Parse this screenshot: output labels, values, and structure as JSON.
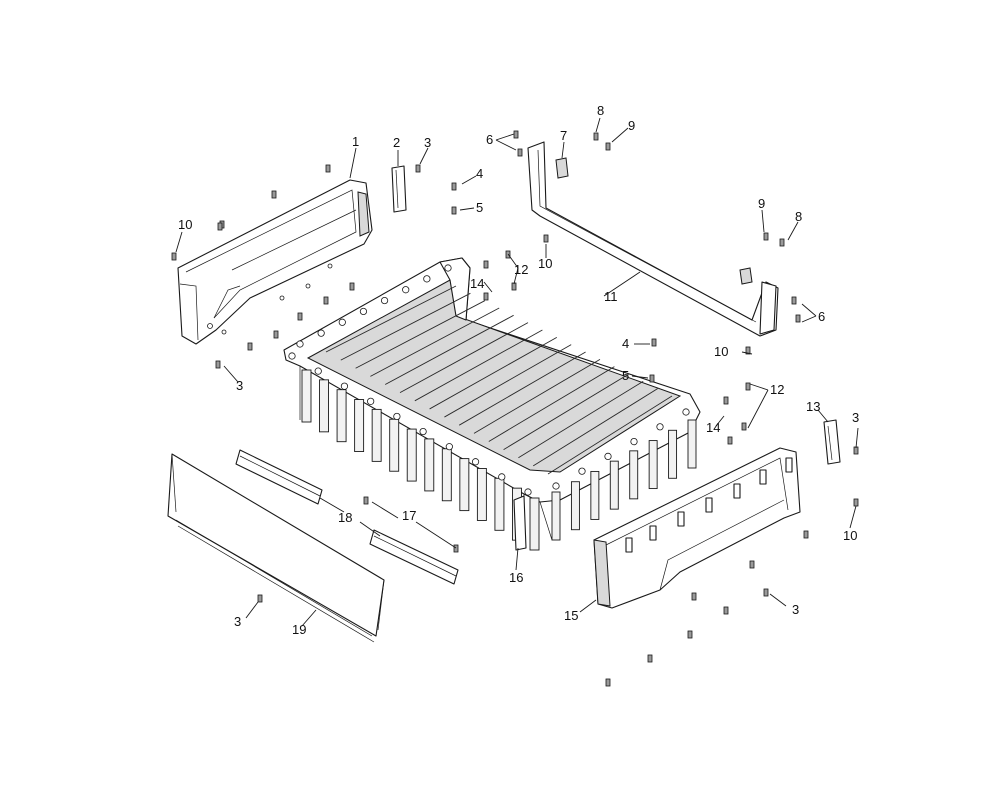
{
  "diagram": {
    "type": "exploded-parts-view",
    "callouts": [
      {
        "id": "c1",
        "text": "1"
      },
      {
        "id": "c2",
        "text": "2"
      },
      {
        "id": "c3a",
        "text": "3"
      },
      {
        "id": "c3b",
        "text": "3"
      },
      {
        "id": "c3c",
        "text": "3"
      },
      {
        "id": "c3d",
        "text": "3"
      },
      {
        "id": "c3e",
        "text": "3"
      },
      {
        "id": "c4a",
        "text": "4"
      },
      {
        "id": "c4b",
        "text": "4"
      },
      {
        "id": "c5a",
        "text": "5"
      },
      {
        "id": "c5b",
        "text": "5"
      },
      {
        "id": "c6a",
        "text": "6"
      },
      {
        "id": "c6b",
        "text": "6"
      },
      {
        "id": "c7",
        "text": "7"
      },
      {
        "id": "c8a",
        "text": "8"
      },
      {
        "id": "c8b",
        "text": "8"
      },
      {
        "id": "c9a",
        "text": "9"
      },
      {
        "id": "c9b",
        "text": "9"
      },
      {
        "id": "c10a",
        "text": "10"
      },
      {
        "id": "c10b",
        "text": "10"
      },
      {
        "id": "c10c",
        "text": "10"
      },
      {
        "id": "c10d",
        "text": "10"
      },
      {
        "id": "c11",
        "text": "11"
      },
      {
        "id": "c12a",
        "text": "12"
      },
      {
        "id": "c12b",
        "text": "12"
      },
      {
        "id": "c13",
        "text": "13"
      },
      {
        "id": "c14a",
        "text": "14"
      },
      {
        "id": "c14b",
        "text": "14"
      },
      {
        "id": "c15",
        "text": "15"
      },
      {
        "id": "c16",
        "text": "16"
      },
      {
        "id": "c17",
        "text": "17"
      },
      {
        "id": "c18",
        "text": "18"
      },
      {
        "id": "c19",
        "text": "19"
      }
    ]
  }
}
